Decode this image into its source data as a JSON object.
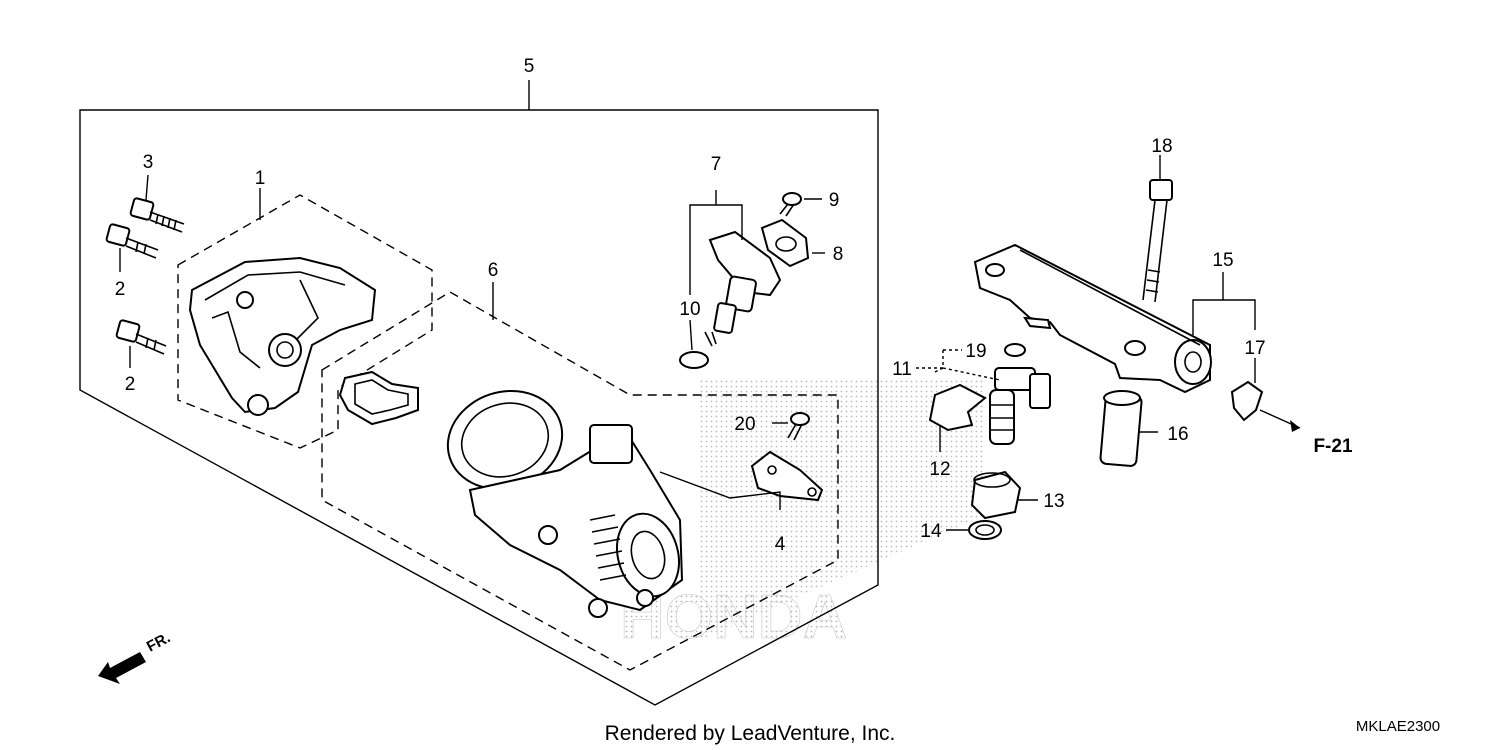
{
  "diagram": {
    "callouts": [
      "1",
      "2",
      "2",
      "3",
      "4",
      "5",
      "6",
      "7",
      "8",
      "9",
      "10",
      "11",
      "12",
      "13",
      "14",
      "15",
      "16",
      "17",
      "18",
      "19",
      "20"
    ],
    "reference": "F-21",
    "direction_mark": "FR.",
    "credit": "Rendered by LeadVenture, Inc.",
    "drawing_code": "MKLAE2300",
    "watermark": "HONDA"
  }
}
